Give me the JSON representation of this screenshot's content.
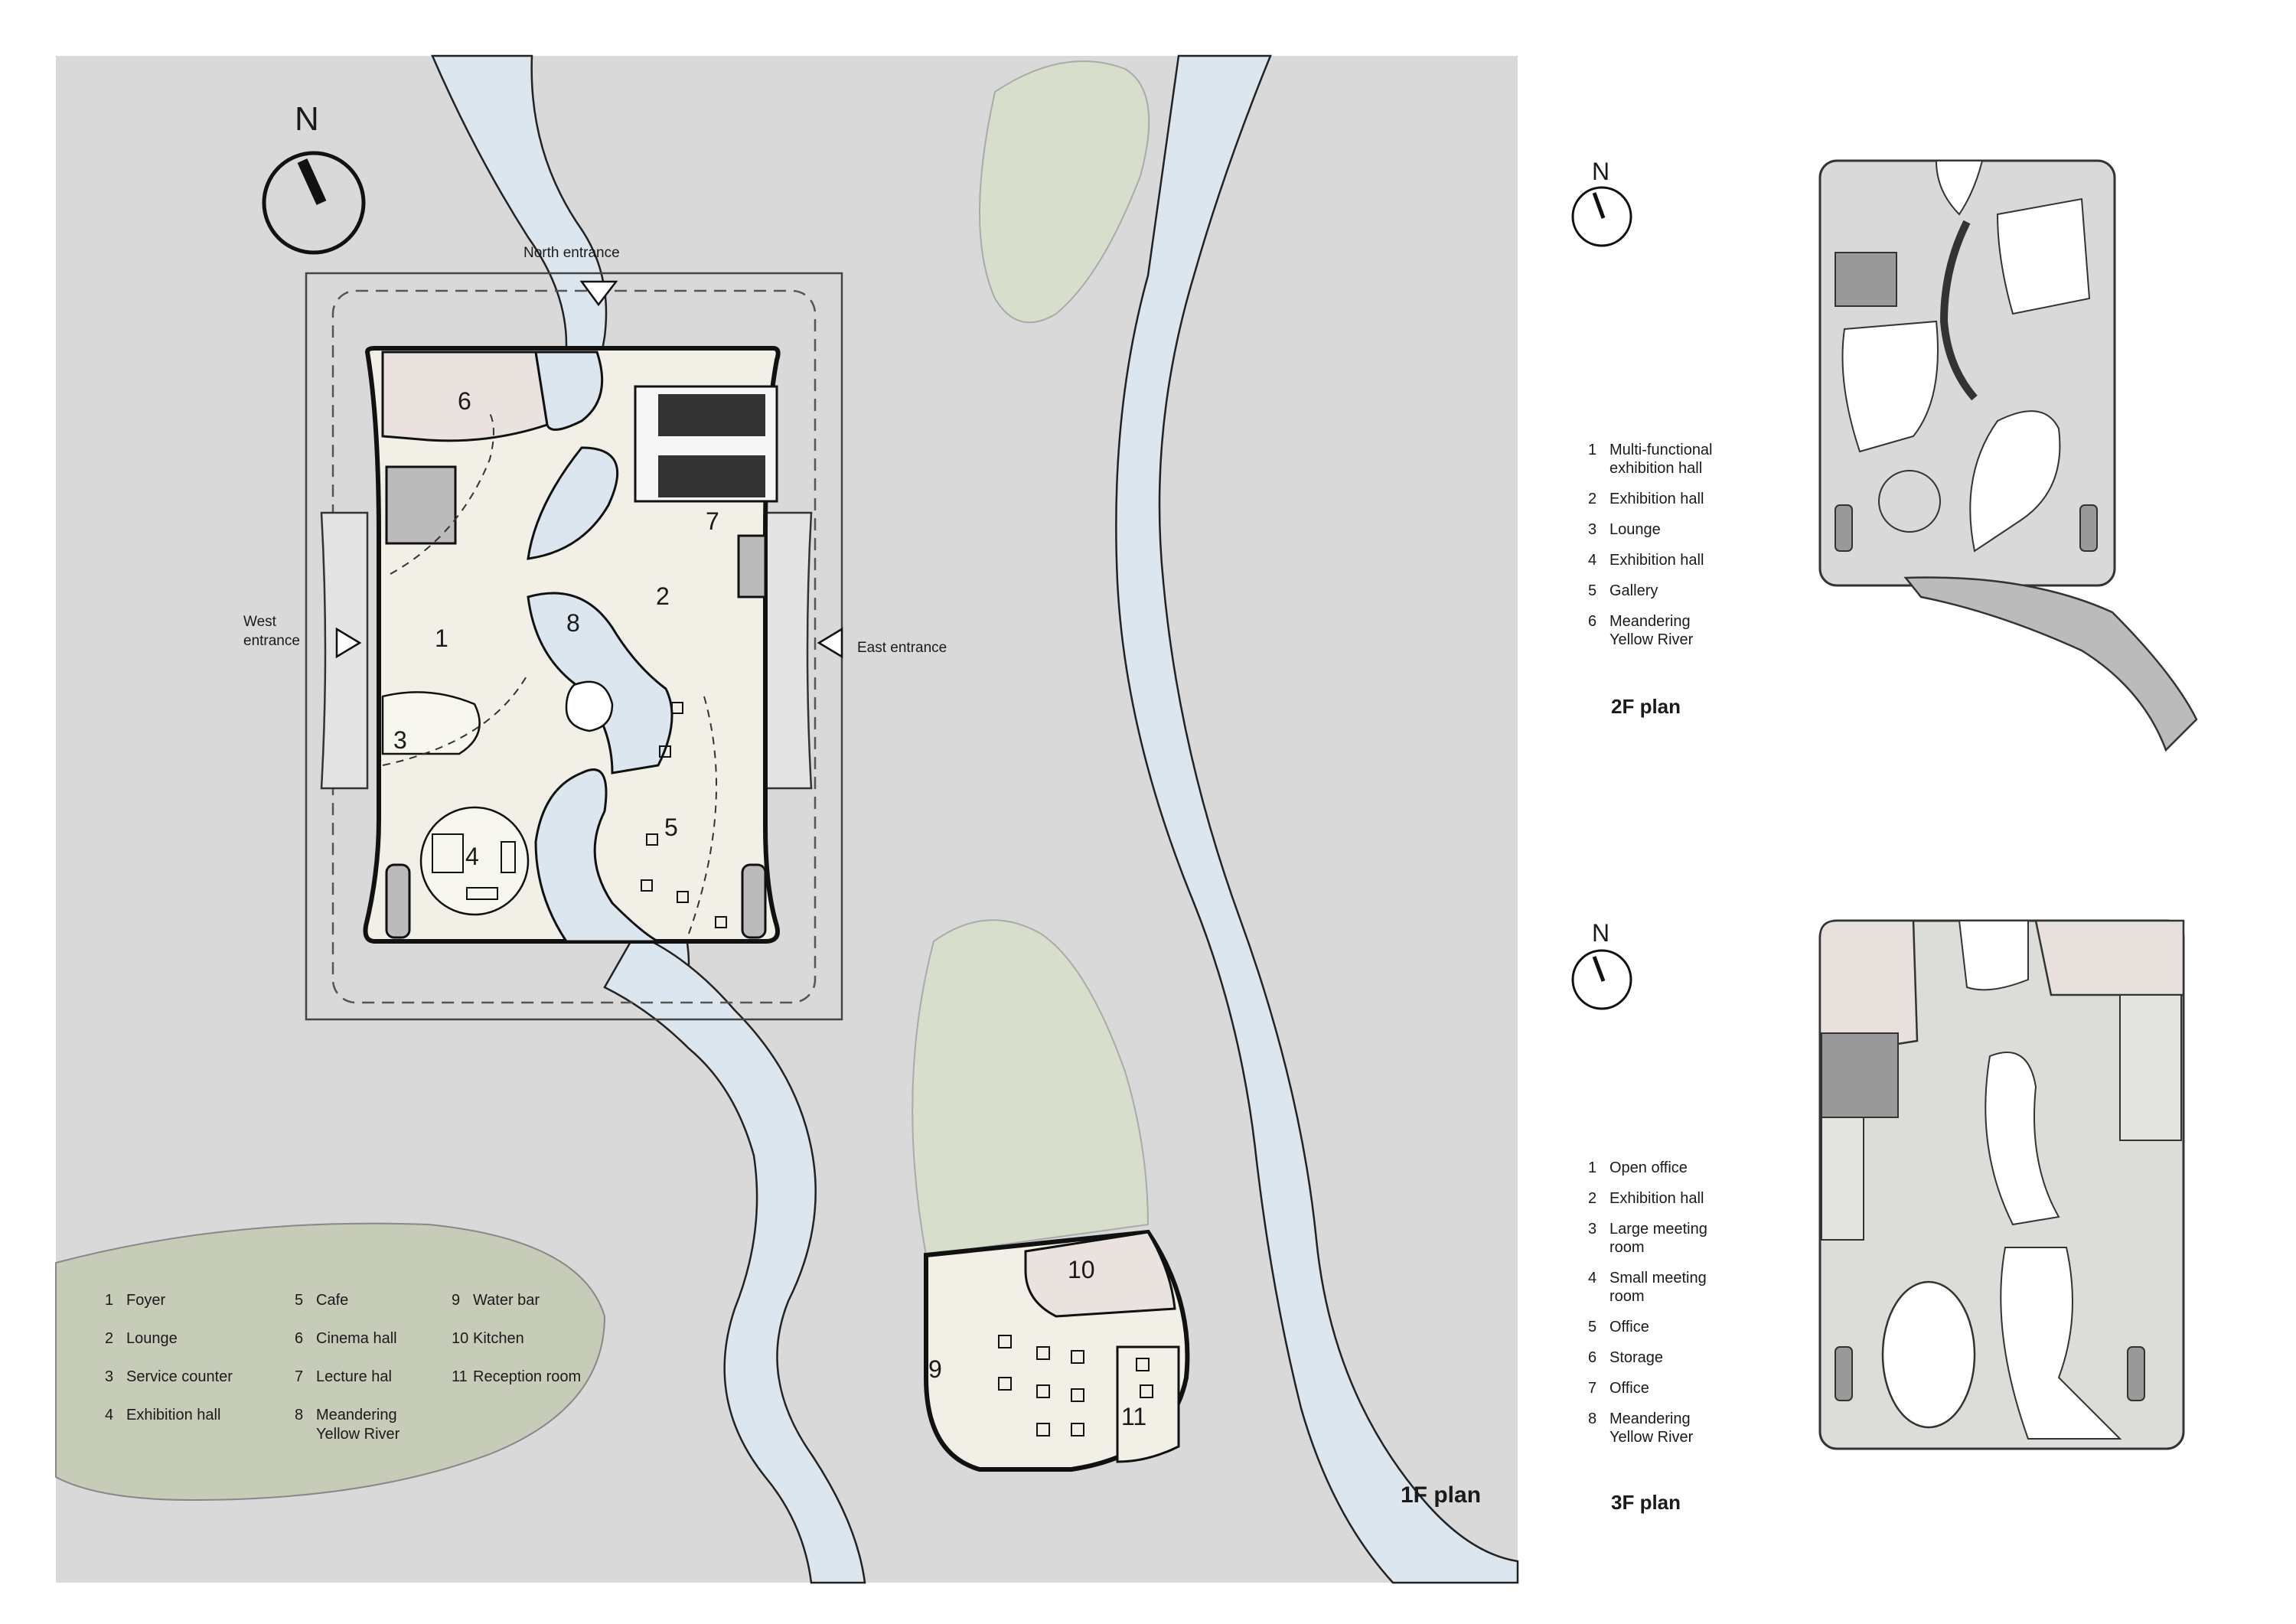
{
  "compass_label": "N",
  "entrances": {
    "north": "North entrance",
    "west_line1": "West",
    "west_line2": "entrance",
    "east": "East entrance"
  },
  "rooms_1f": [
    "1",
    "2",
    "3",
    "4",
    "5",
    "6",
    "7",
    "8",
    "9",
    "10",
    "11"
  ],
  "legend_1f": [
    {
      "num": "1",
      "text": "Foyer"
    },
    {
      "num": "2",
      "text": "Lounge"
    },
    {
      "num": "3",
      "text": "Service counter"
    },
    {
      "num": "4",
      "text": "Exhibition hall"
    },
    {
      "num": "5",
      "text": "Cafe"
    },
    {
      "num": "6",
      "text": "Cinema hall"
    },
    {
      "num": "7",
      "text": "Lecture hal"
    },
    {
      "num": "8",
      "text": "Meandering",
      "text2": "Yellow River"
    },
    {
      "num": "9",
      "text": "Water bar"
    },
    {
      "num": "10",
      "text": "Kitchen"
    },
    {
      "num": "11",
      "text": "Reception room"
    }
  ],
  "plan_1f_title": "1F plan",
  "legend_2f": [
    {
      "num": "1",
      "text": "Multi-functional",
      "text2": "exhibition hall"
    },
    {
      "num": "2",
      "text": "Exhibition hall"
    },
    {
      "num": "3",
      "text": "Lounge"
    },
    {
      "num": "4",
      "text": "Exhibition hall"
    },
    {
      "num": "5",
      "text": "Gallery"
    },
    {
      "num": "6",
      "text": "Meandering",
      "text2": "Yellow River"
    }
  ],
  "plan_2f_title": "2F plan",
  "legend_3f": [
    {
      "num": "1",
      "text": "Open office"
    },
    {
      "num": "2",
      "text": "Exhibition hall"
    },
    {
      "num": "3",
      "text": "Large meeting",
      "text2": "room"
    },
    {
      "num": "4",
      "text": "Small meeting",
      "text2": "room"
    },
    {
      "num": "5",
      "text": "Office"
    },
    {
      "num": "6",
      "text": "Storage"
    },
    {
      "num": "7",
      "text": "Office"
    },
    {
      "num": "8",
      "text": "Meandering",
      "text2": "Yellow River"
    }
  ],
  "plan_3f_title": "3F plan",
  "colors": {
    "ground": "#d9d9d9",
    "river": "#dbe6ee",
    "lawn": "#d7dfcc",
    "lawn_dark": "#c7ccb8",
    "floor": "#f1efe6",
    "cinema": "#e9e2df",
    "wall": "#111111"
  }
}
